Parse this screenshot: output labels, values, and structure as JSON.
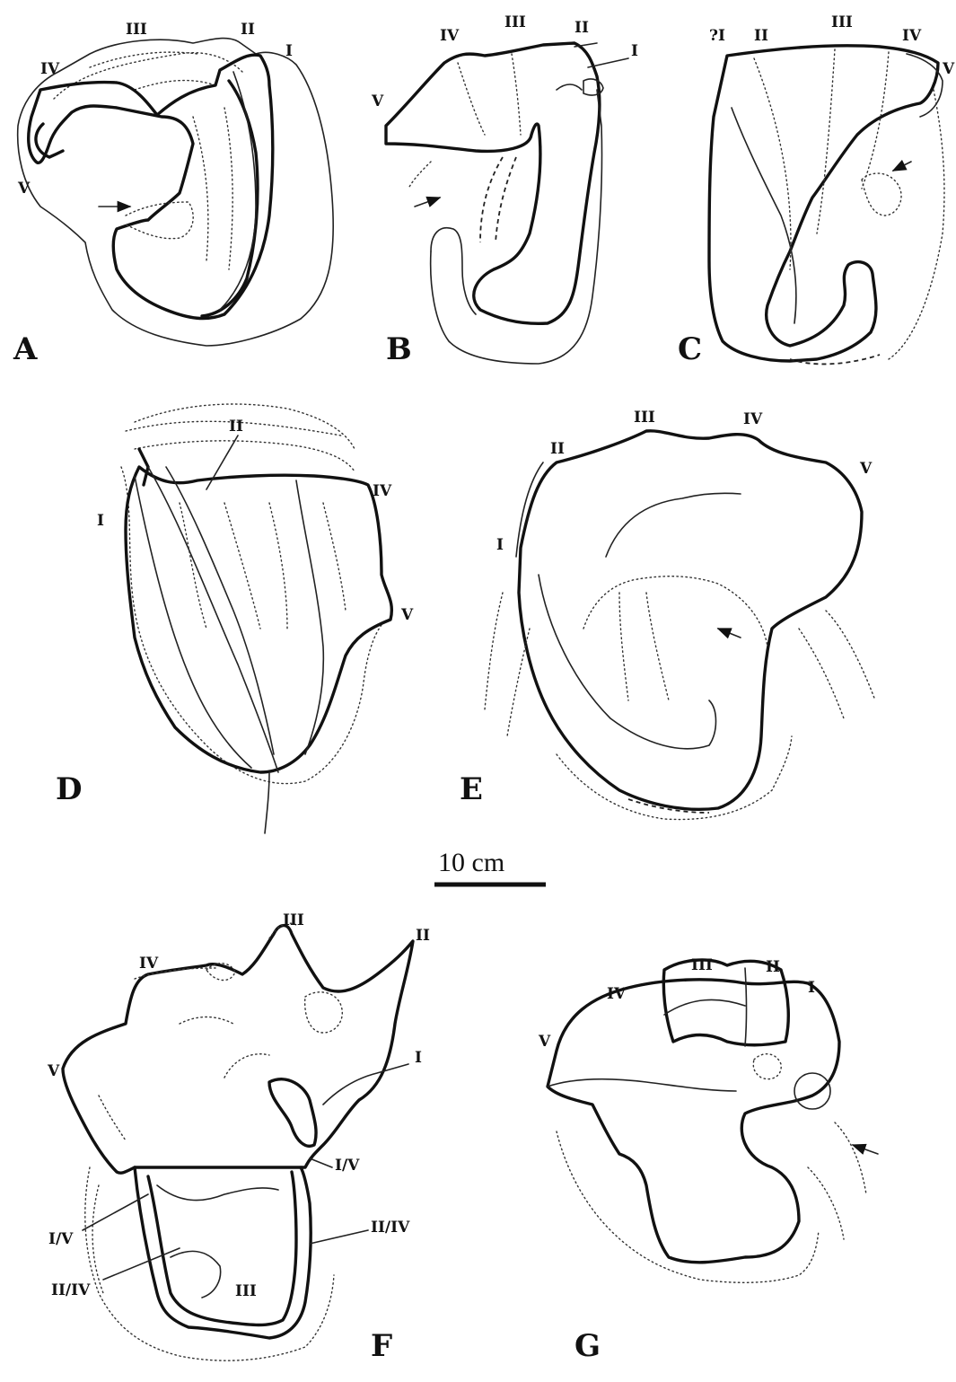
{
  "scale_bar": {
    "label": "10 cm"
  },
  "panels": {
    "A": {
      "letter": "A",
      "labels": [
        "III",
        "II",
        "I",
        "IV",
        "V"
      ]
    },
    "B": {
      "letter": "B",
      "labels": [
        "IV",
        "III",
        "II",
        "I",
        "V"
      ]
    },
    "C": {
      "letter": "C",
      "labels": [
        "?I",
        "II",
        "III",
        "IV",
        "V"
      ]
    },
    "D": {
      "letter": "D",
      "labels": [
        "II",
        "I",
        "IV",
        "V"
      ]
    },
    "E": {
      "letter": "E",
      "labels": [
        "III",
        "IV",
        "II",
        "V",
        "I"
      ]
    },
    "F": {
      "letter": "F",
      "labels": [
        "III",
        "IV",
        "II",
        "V",
        "I",
        "I/V",
        "I/V",
        "II/IV",
        "II/IV",
        "III"
      ]
    },
    "G": {
      "letter": "G",
      "labels": [
        "III",
        "II",
        "IV",
        "I",
        "V"
      ]
    }
  }
}
